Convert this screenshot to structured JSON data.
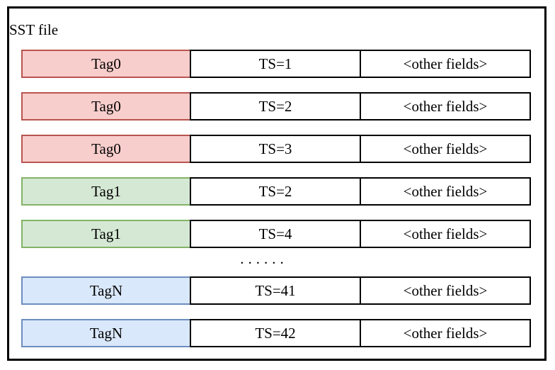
{
  "diagram": {
    "title": "SST file",
    "ellipsis": "......",
    "columns": [
      "tag",
      "timestamp",
      "other_fields"
    ],
    "rows": [
      {
        "tag": "Tag0",
        "ts": "TS=1",
        "other": "<other fields>",
        "color": "red"
      },
      {
        "tag": "Tag0",
        "ts": "TS=2",
        "other": "<other fields>",
        "color": "red"
      },
      {
        "tag": "Tag0",
        "ts": "TS=3",
        "other": "<other fields>",
        "color": "red"
      },
      {
        "tag": "Tag1",
        "ts": "TS=2",
        "other": "<other fields>",
        "color": "green"
      },
      {
        "tag": "Tag1",
        "ts": "TS=4",
        "other": "<other fields>",
        "color": "green"
      },
      {
        "tag": "TagN",
        "ts": "TS=41",
        "other": "<other fields>",
        "color": "blue"
      },
      {
        "tag": "TagN",
        "ts": "TS=42",
        "other": "<other fields>",
        "color": "blue"
      }
    ],
    "colors": {
      "red": {
        "fill": "#f8cecc",
        "stroke": "#b85450"
      },
      "green": {
        "fill": "#d5e8d4",
        "stroke": "#82b366"
      },
      "blue": {
        "fill": "#dae8fc",
        "stroke": "#6c8ebf"
      },
      "cell_border": "#000000",
      "outer_border": "#000000"
    }
  }
}
